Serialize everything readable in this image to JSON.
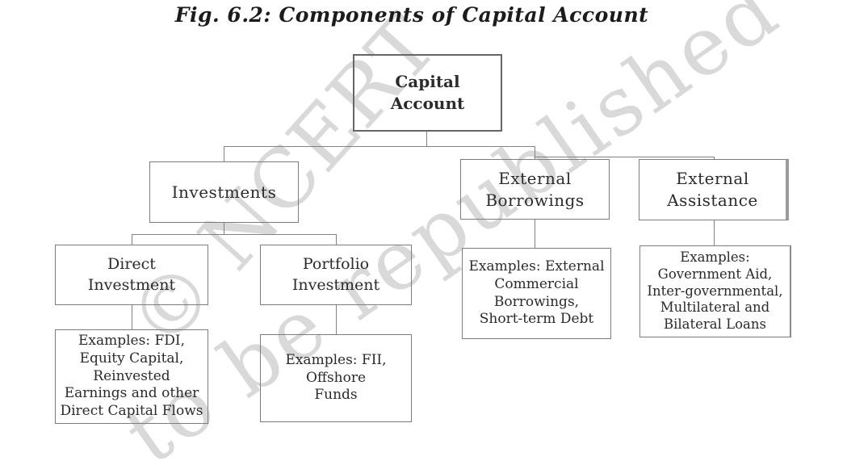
{
  "figure": {
    "title": "Fig. 6.2: Components of Capital Account"
  },
  "watermark": {
    "line1": "© NCERT",
    "line2": "to be republished",
    "color": "#d9d9d9"
  },
  "nodes": {
    "capital_account": {
      "label": "Capital\nAccount"
    },
    "investments": {
      "label": "Investments"
    },
    "external_borrowings": {
      "label": "External\nBorrowings"
    },
    "external_assistance": {
      "label": "External\nAssistance"
    },
    "direct_investment": {
      "label": "Direct\nInvestment"
    },
    "portfolio_investment": {
      "label": "Portfolio\nInvestment"
    },
    "examples_direct": {
      "label": "Examples: FDI,\nEquity Capital,\nReinvested\nEarnings and other\nDirect Capital Flows"
    },
    "examples_portfolio": {
      "label": "Examples: FII,\nOffshore\nFunds"
    },
    "examples_borrowings": {
      "label": "Examples: External\nCommercial\nBorrowings,\nShort-term Debt"
    },
    "examples_assistance": {
      "label": "Examples:\nGovernment Aid,\nInter-governmental,\nMultilateral and\nBilateral Loans"
    }
  }
}
